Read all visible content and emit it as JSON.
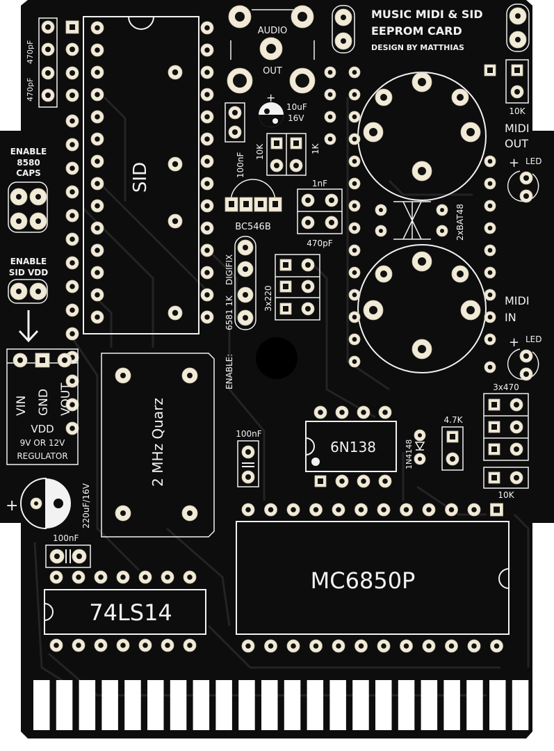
{
  "board": {
    "title_line1": "MUSIC MIDI & SID",
    "title_line2": "EEPROM  CARD",
    "designer": "DESIGN BY MATTHIAS",
    "colors": {
      "soldermask": "#0d0d0d",
      "silkscreen": "#f2f2f2",
      "pad": "#f1ead6",
      "finger": "#ffffff"
    }
  },
  "labels": {
    "cap_470pf_a": "470pF",
    "cap_470pf_b": "470pF",
    "enable_8580": "ENABLE",
    "enable_8580_2": "8580",
    "enable_8580_3": "CAPS",
    "enable_vdd": "ENABLE",
    "enable_vdd_2": "SID VDD",
    "reg_vin": "VIN",
    "reg_gnd": "GND",
    "reg_vout": "VOUT",
    "reg_vdd": "VDD",
    "reg_volts": "9V OR 12V",
    "reg_regulator": "REGULATOR",
    "cap_220uf": "220uF/16V",
    "plus_sign": "+",
    "cap_100nf_bottom": "100nF",
    "ic_74ls14": "74LS14",
    "ic_sid": "SID",
    "quarz": "2 MHz  Quarz",
    "audio_top": "AUDIO",
    "audio_out": "OUT",
    "cap_10uf": "10uF",
    "cap_16v": "16V",
    "cap_100nf_mid": "100nF",
    "res_10k_a": "10K",
    "res_1k_a": "1K",
    "cap_1nf": "1nF",
    "transistor": "BC546B",
    "cap_470pf_c": "470pF",
    "digifix": "DIGIFIX",
    "digifix_vals": "6581 1K",
    "res_3x220": "3x220",
    "enable_colon": "ENABLE:",
    "cap_100nf_opto": "100nF",
    "opto": "6N138",
    "diode_1n4148": "1N4148",
    "res_47k": "4.7K",
    "res_3x470": "3x470",
    "res_10k_b": "10K",
    "res_10k_c": "10K",
    "midi_out_1": "MIDI",
    "midi_out_2": "OUT",
    "midi_in_1": "MIDI",
    "midi_in_2": "IN",
    "led_a": "LED",
    "led_b": "LED",
    "bat48": "2xBAT48",
    "acia": "MC6850P"
  }
}
